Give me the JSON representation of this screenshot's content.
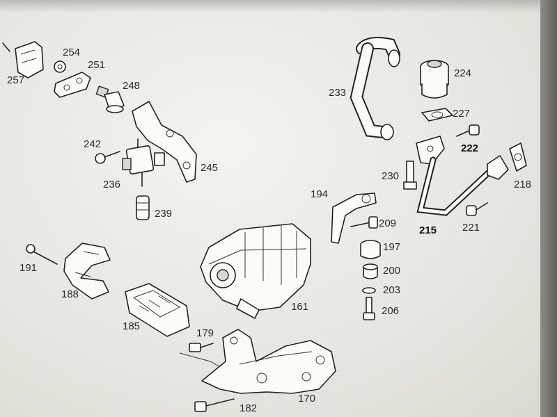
{
  "diagram": {
    "callouts": [
      {
        "id": "257",
        "text": "257"
      },
      {
        "id": "254",
        "text": "254"
      },
      {
        "id": "251",
        "text": "251"
      },
      {
        "id": "248",
        "text": "248"
      },
      {
        "id": "242",
        "text": "242"
      },
      {
        "id": "245",
        "text": "245"
      },
      {
        "id": "236",
        "text": "236"
      },
      {
        "id": "239",
        "text": "239"
      },
      {
        "id": "233",
        "text": "233"
      },
      {
        "id": "224",
        "text": "224"
      },
      {
        "id": "227",
        "text": "227"
      },
      {
        "id": "222",
        "text": "222"
      },
      {
        "id": "230",
        "text": "230"
      },
      {
        "id": "218",
        "text": "218"
      },
      {
        "id": "215",
        "text": "215"
      },
      {
        "id": "221",
        "text": "221"
      },
      {
        "id": "194",
        "text": "194"
      },
      {
        "id": "209",
        "text": "209"
      },
      {
        "id": "197",
        "text": "197"
      },
      {
        "id": "200",
        "text": "200"
      },
      {
        "id": "203",
        "text": "203"
      },
      {
        "id": "206",
        "text": "206"
      },
      {
        "id": "191",
        "text": "191"
      },
      {
        "id": "188",
        "text": "188"
      },
      {
        "id": "185",
        "text": "185"
      },
      {
        "id": "161",
        "text": "161"
      },
      {
        "id": "179",
        "text": "179"
      },
      {
        "id": "170",
        "text": "170"
      },
      {
        "id": "182",
        "text": "182"
      }
    ]
  }
}
